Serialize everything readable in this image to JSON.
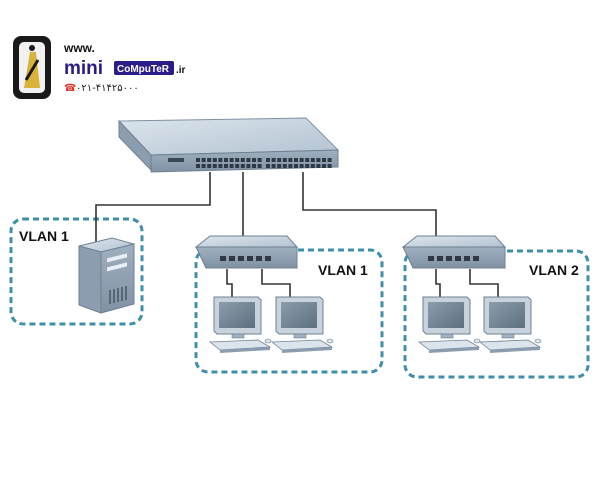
{
  "brand": {
    "www": "www.",
    "mini": "mini",
    "computer": "CoMpuTeR",
    "tld": ".ir",
    "phone": "۰۲۱-۴۱۴۲۵۰۰۰"
  },
  "groups": [
    {
      "label": "VLAN 1"
    },
    {
      "label": "VLAN 1"
    },
    {
      "label": "VLAN 2"
    }
  ],
  "colors": {
    "group_border": "#3f8fa8",
    "cable": "#333333",
    "device_body": "#a9b9c9",
    "device_top": "#cdd8e3",
    "monitor_screen": "#6f8191",
    "brand_blue": "#2a1d8a"
  }
}
